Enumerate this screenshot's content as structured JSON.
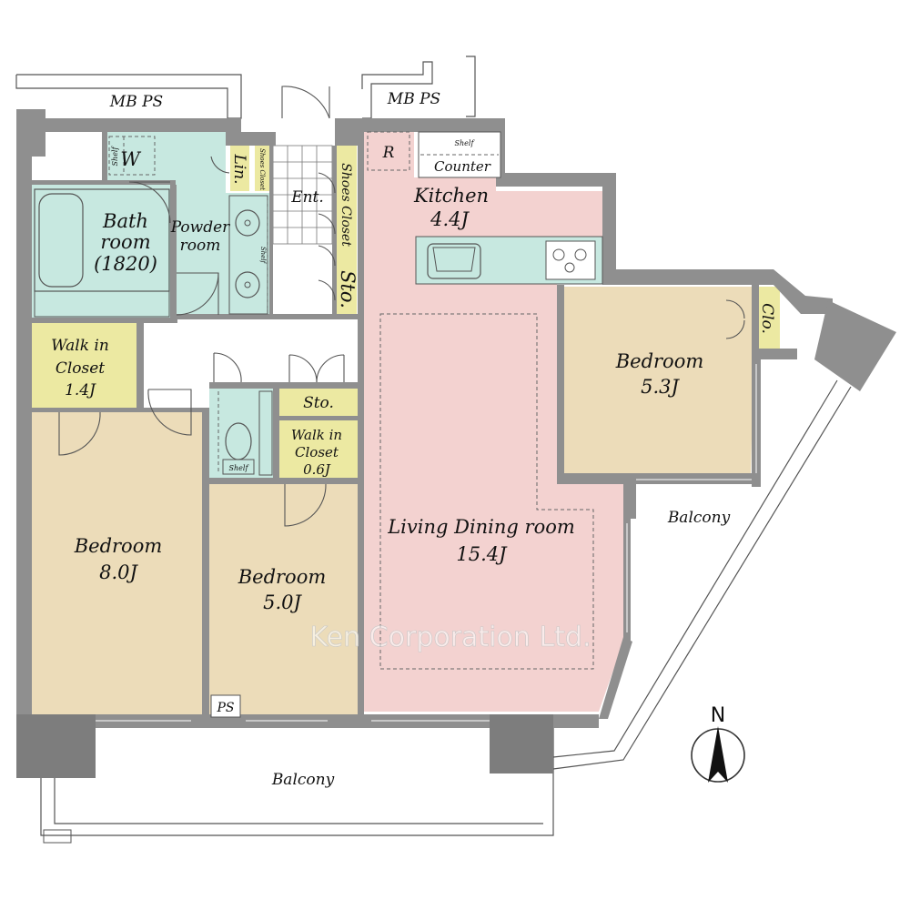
{
  "labels": {
    "mb_ps_left": "MB  PS",
    "mb_ps_right": "MB  PS",
    "washer": "W",
    "washer_shelf": "Shelf",
    "bath_line1": "Bath",
    "bath_line2": "room",
    "bath_line3": "(1820)",
    "powder_line1": "Powder",
    "powder_line2": "room",
    "powder_shelf": "Shelf",
    "linen": "Lin.",
    "shoes_closet_small": "Shoes Closet",
    "entrance": "Ent.",
    "shoes_closet": "Shoes Closet",
    "storage_hall": "Sto.",
    "refrigerator": "R",
    "kitchen_shelf": "Shelf",
    "counter": "Counter",
    "kitchen_name": "Kitchen",
    "kitchen_size": "4.4J",
    "wic1_line1": "Walk in",
    "wic1_line2": "Closet",
    "wic1_size": "1.4J",
    "toilet_shelf": "Shelf",
    "storage_mid": "Sto.",
    "wic2_line1": "Walk in",
    "wic2_line2": "Closet",
    "wic2_size": "0.6J",
    "closet_ne": "Clo.",
    "bedroom_ne_name": "Bedroom",
    "bedroom_ne_size": "5.3J",
    "balcony_east": "Balcony",
    "living_name": "Living Dining room",
    "living_size": "15.4J",
    "bedroom_sw_name": "Bedroom",
    "bedroom_sw_size": "8.0J",
    "bedroom_mid_name": "Bedroom",
    "bedroom_mid_size": "5.0J",
    "ps_bottom": "PS",
    "balcony_south": "Balcony",
    "compass": "N",
    "watermark": "Ken Corporation Ltd."
  },
  "colors": {
    "wet_area": "#c7e8e0",
    "storage": "#ece9a2",
    "bedroom": "#ecdcb9",
    "living": "#f3d2d0",
    "wall": "#8f8f8f"
  }
}
